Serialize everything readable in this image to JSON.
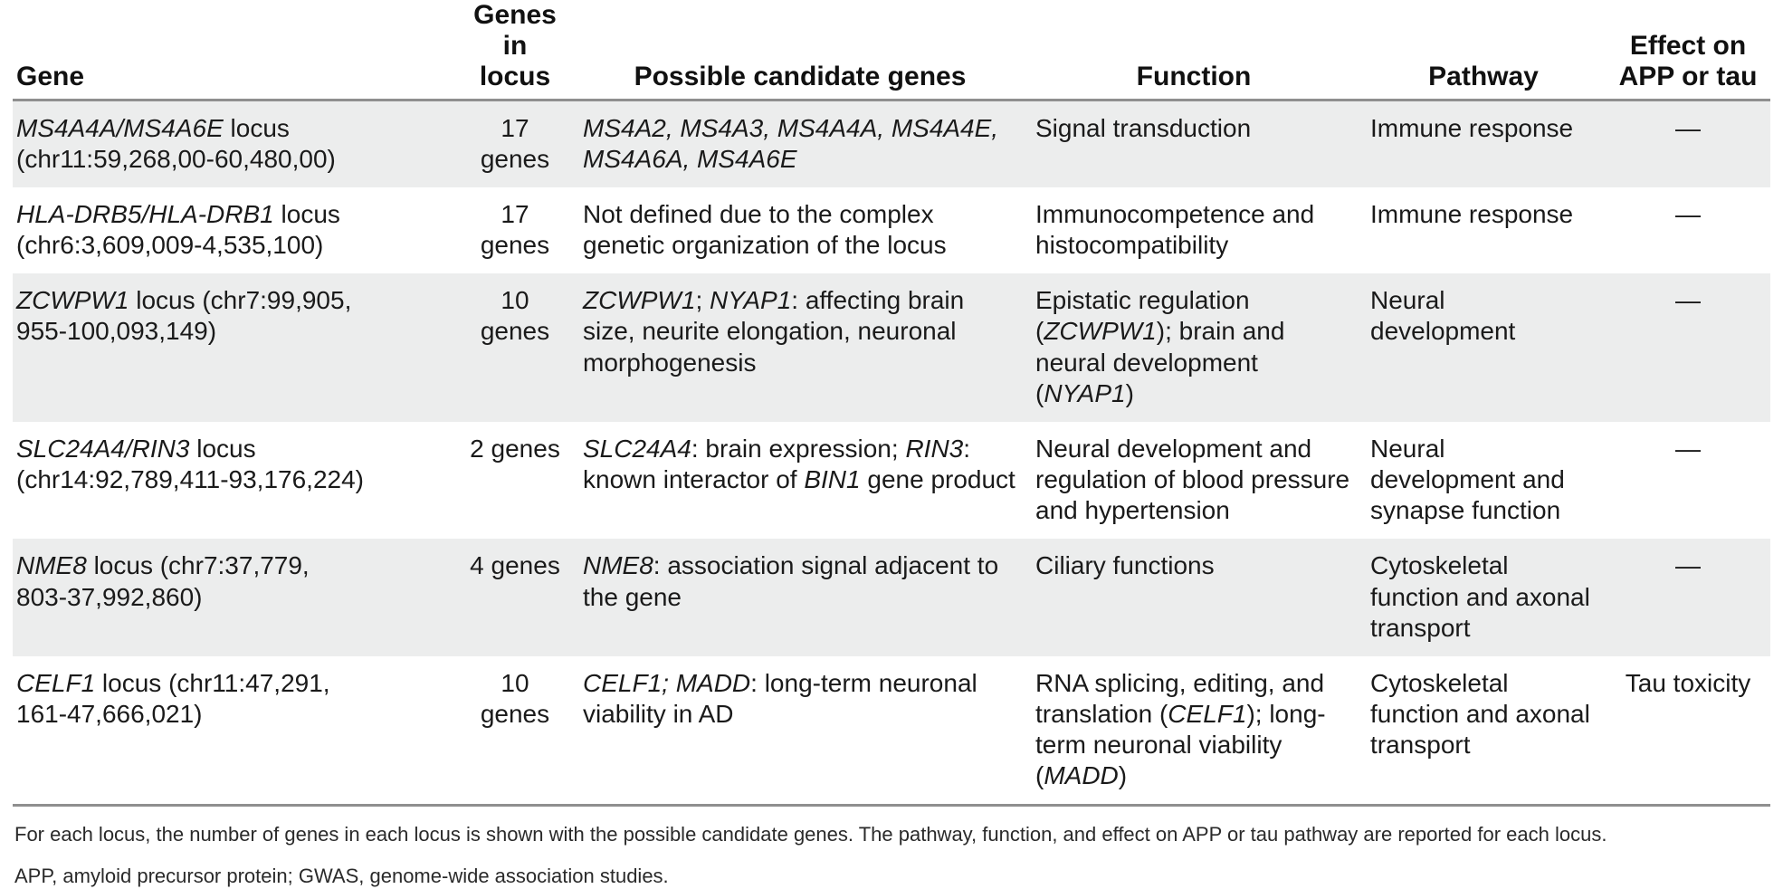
{
  "table": {
    "headers": [
      "Gene",
      "Genes in locus",
      "Possible candidate genes",
      "Function",
      "Pathway",
      "Effect on APP or tau"
    ],
    "header_lines": {
      "gene": "Gene",
      "count_l1": "Genes in",
      "count_l2": "locus",
      "candidates": "Possible candidate genes",
      "function": "Function",
      "pathway": "Pathway",
      "effect_l1": "Effect on",
      "effect_l2": "APP or tau"
    },
    "rows": [
      {
        "gene_italic": "MS4A4A/MS4A6E",
        "gene_rest": " locus",
        "gene_coords": "(chr11:59,268,00-60,480,00)",
        "genes_in_locus": "17 genes",
        "candidates_italic": "MS4A2, MS4A3, MS4A4A, MS4A4E, MS4A6A, MS4A6E",
        "candidates_rest": "",
        "function": "Signal transduction",
        "pathway": "Immune response",
        "effect": "—"
      },
      {
        "gene_italic": "HLA-DRB5/HLA-DRB1",
        "gene_rest": " locus",
        "gene_coords": "(chr6:3,609,009-4,535,100)",
        "genes_in_locus": "17 genes",
        "candidates_italic": "",
        "candidates_rest": "Not defined due to the complex genetic organization of the locus",
        "function": "Immunocompetence and histocompatibility",
        "pathway": "Immune response",
        "effect": "—"
      },
      {
        "gene_italic": "ZCWPW1",
        "gene_rest": " locus (chr7:99,905,",
        "gene_coords": "955-100,093,149)",
        "genes_in_locus": "10 genes",
        "candidates_italic": "ZCWPW1",
        "candidates_mid": "; ",
        "candidates_italic2": "NYAP1",
        "candidates_rest": ": affecting brain size, neurite elongation, neuronal morphogenesis",
        "function": "Epistatic regulation (ZCWPW1); brain and neural development (NYAP1)",
        "function_parts": [
          {
            "t": "Epistatic regulation (",
            "i": false
          },
          {
            "t": "ZCWPW1",
            "i": true
          },
          {
            "t": "); brain and neural development (",
            "i": false
          },
          {
            "t": "NYAP1",
            "i": true
          },
          {
            "t": ")",
            "i": false
          }
        ],
        "pathway": "Neural development",
        "effect": "—"
      },
      {
        "gene_italic": "SLC24A4/RIN3",
        "gene_rest": " locus",
        "gene_coords": "(chr14:92,789,411-93,176,224)",
        "genes_in_locus": "2 genes",
        "candidates_italic": "SLC24A4",
        "candidates_rest": ": brain expression; RIN3: known interactor of BIN1 gene product",
        "candidates_parts": [
          {
            "t": "SLC24A4",
            "i": true
          },
          {
            "t": ": brain expression; ",
            "i": false
          },
          {
            "t": "RIN3",
            "i": true
          },
          {
            "t": ": known interactor of ",
            "i": false
          },
          {
            "t": "BIN1",
            "i": true
          },
          {
            "t": " gene product",
            "i": false
          }
        ],
        "function": "Neural development and regulation of blood pressure and hypertension",
        "pathway": "Neural development and synapse function",
        "effect": "—"
      },
      {
        "gene_italic": "NME8",
        "gene_rest": " locus (chr7:37,779,",
        "gene_coords": "803-37,992,860)",
        "genes_in_locus": "4 genes",
        "candidates_parts": [
          {
            "t": "NME8",
            "i": true
          },
          {
            "t": ": association signal adjacent to the gene",
            "i": false
          }
        ],
        "function": "Ciliary functions",
        "pathway": "Cytoskeletal function and axonal transport",
        "effect": "—"
      },
      {
        "gene_italic": "CELF1",
        "gene_rest": " locus (chr11:47,291,",
        "gene_coords": "161-47,666,021)",
        "genes_in_locus": "10 genes",
        "candidates_parts": [
          {
            "t": "CELF1; MADD",
            "i": true
          },
          {
            "t": ": long-term neuronal viability in AD",
            "i": false
          }
        ],
        "function_parts": [
          {
            "t": "RNA splicing, editing, and translation (",
            "i": false
          },
          {
            "t": "CELF1",
            "i": true
          },
          {
            "t": "); long-term neuronal viability (",
            "i": false
          },
          {
            "t": "MADD",
            "i": true
          },
          {
            "t": ")",
            "i": false
          }
        ],
        "pathway": "Cytoskeletal function and axonal transport",
        "effect": "Tau toxicity"
      }
    ]
  },
  "footnotes": {
    "note1": "For each locus, the number of genes in each locus is shown with the possible candidate genes. The pathway, function, and effect on APP or tau pathway are reported for each locus.",
    "note2": "APP, amyloid precursor protein; GWAS, genome-wide association studies."
  },
  "colors": {
    "row_shade": "#eceded",
    "rule": "#8f8f8f",
    "text": "#1a1a1a"
  }
}
